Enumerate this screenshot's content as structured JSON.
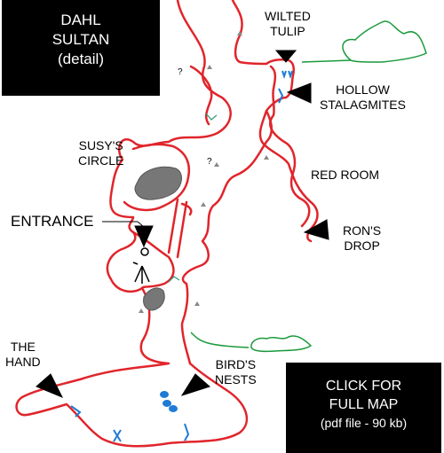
{
  "title_box": {
    "line1": "DAHL",
    "line2": "SULTAN",
    "line3": "(detail)"
  },
  "full_map_link": {
    "line1": "CLICK FOR",
    "line2": "FULL MAP",
    "line3": "(pdf file - 90 kb)"
  },
  "labels": {
    "wilted_tulip": [
      "WILTED",
      "TULIP"
    ],
    "hollow_stalagmites": [
      "HOLLOW",
      "STALAGMITES"
    ],
    "susys_circle": [
      "SUSY'S",
      "CIRCLE"
    ],
    "red_room": "RED ROOM",
    "entrance": "ENTRANCE",
    "rons_drop": [
      "RON'S",
      "DROP"
    ],
    "the_hand": [
      "THE",
      "HAND"
    ],
    "birds_nests": [
      "BIRD'S",
      "NESTS"
    ]
  },
  "map_symbols": {
    "unknown_mark": "?"
  },
  "colors": {
    "passage_wall": "#e0252b",
    "surface_trace": "#1a9a3c",
    "water_feature": "#1e7bd6",
    "obstacle": "#777777",
    "label_box": "#000000"
  }
}
